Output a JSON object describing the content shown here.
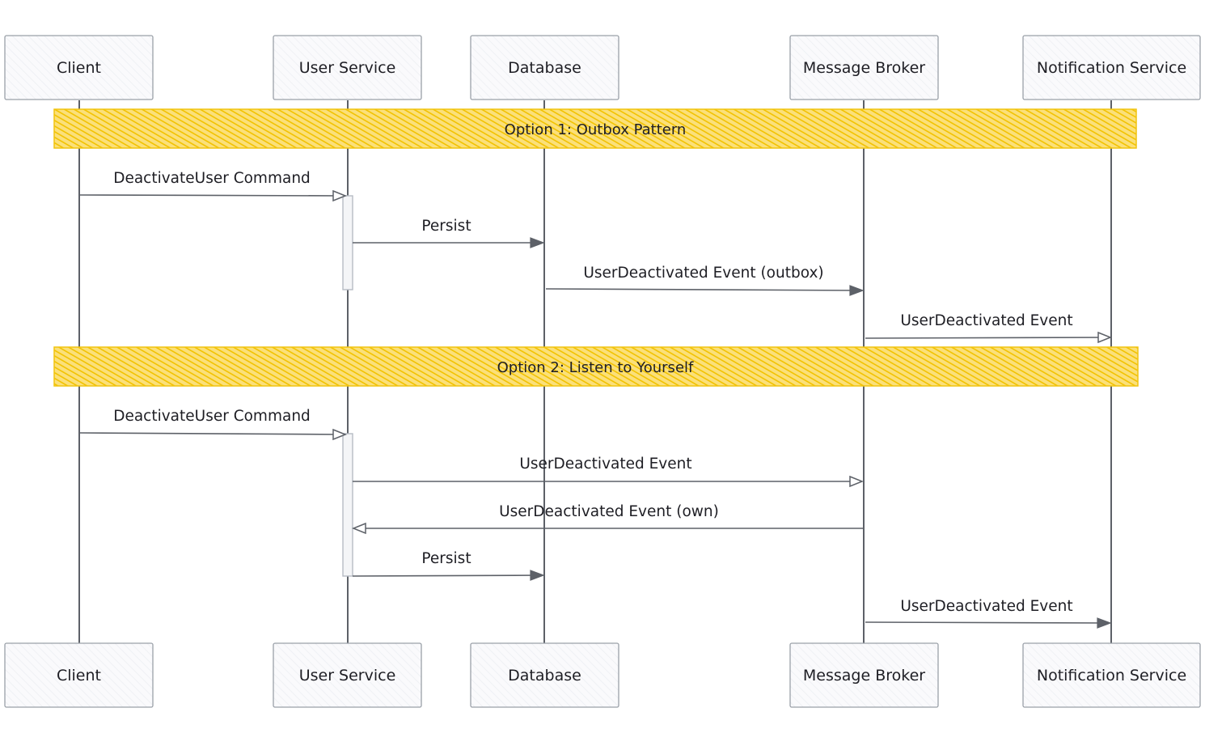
{
  "actors": [
    {
      "id": "client",
      "label": "Client"
    },
    {
      "id": "user-service",
      "label": "User Service"
    },
    {
      "id": "database",
      "label": "Database"
    },
    {
      "id": "message-broker",
      "label": "Message Broker"
    },
    {
      "id": "notification-service",
      "label": "Notification Service"
    }
  ],
  "notes": [
    {
      "id": "option1",
      "label": "Option 1: Outbox Pattern"
    },
    {
      "id": "option2",
      "label": "Option 2: Listen to Yourself"
    }
  ],
  "messages": [
    {
      "id": "m1",
      "from": "client",
      "to": "user-service",
      "label": "DeactivateUser Command",
      "arrow": "open"
    },
    {
      "id": "m2",
      "from": "user-service",
      "to": "database",
      "label": "Persist",
      "arrow": "filled"
    },
    {
      "id": "m3",
      "from": "database",
      "to": "message-broker",
      "label": "UserDeactivated Event (outbox)",
      "arrow": "filled"
    },
    {
      "id": "m4",
      "from": "message-broker",
      "to": "notification-service",
      "label": "UserDeactivated Event",
      "arrow": "open"
    },
    {
      "id": "m5",
      "from": "client",
      "to": "user-service",
      "label": "DeactivateUser Command",
      "arrow": "open"
    },
    {
      "id": "m6",
      "from": "user-service",
      "to": "message-broker",
      "label": "UserDeactivated Event",
      "arrow": "open"
    },
    {
      "id": "m7",
      "from": "message-broker",
      "to": "user-service",
      "label": "UserDeactivated Event (own)",
      "arrow": "open"
    },
    {
      "id": "m8",
      "from": "user-service",
      "to": "database",
      "label": "Persist",
      "arrow": "filled"
    },
    {
      "id": "m9",
      "from": "message-broker",
      "to": "notification-service",
      "label": "UserDeactivated Event",
      "arrow": "filled"
    }
  ],
  "colors": {
    "note_fill": "#f5c518",
    "line": "#5d6168",
    "box_stroke": "#9aa0a8"
  }
}
